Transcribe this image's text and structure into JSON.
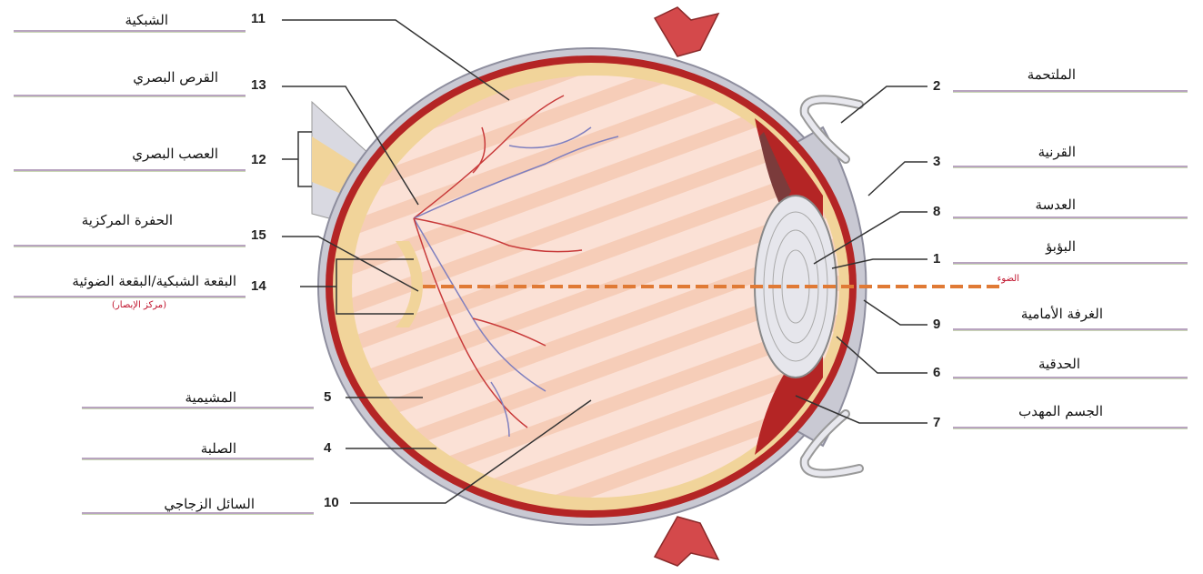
{
  "labels": {
    "l11": {
      "text": "الشبكية",
      "num": "11"
    },
    "l13": {
      "text": "القرص البصري",
      "num": "13"
    },
    "l12": {
      "text": "العصب البصري",
      "num": "12"
    },
    "l15": {
      "text": "الحفرة المركزية",
      "num": "15"
    },
    "l14": {
      "text": "البقعة الشبكية/البقعة الضوئية",
      "num": "14",
      "sub": "(مركز الإبصار)"
    },
    "l5": {
      "text": "المشيمية",
      "num": "5"
    },
    "l4": {
      "text": "الصلبة",
      "num": "4"
    },
    "l10": {
      "text": "السائل الزجاجي",
      "num": "10"
    },
    "l2": {
      "text": "الملتحمة",
      "num": "2"
    },
    "l3": {
      "text": "القرنية",
      "num": "3"
    },
    "l8": {
      "text": "العدسة",
      "num": "8"
    },
    "l1": {
      "text": "البؤبؤ",
      "num": "1"
    },
    "l9": {
      "text": "الغرفة الأمامية",
      "num": "9"
    },
    "l6": {
      "text": "الحدقية",
      "num": "6"
    },
    "l7": {
      "text": "الجسم المهدب",
      "num": "7"
    }
  },
  "light_label": "الضوء",
  "colors": {
    "sclera": "#c9c9d3",
    "choroid": "#b42525",
    "retina": "#f1d49a",
    "vitreous": "#f9d9cf",
    "anterior_chamber": "#4a4c7c",
    "light_ray": "#e07a35",
    "leader_line": "#333333"
  }
}
